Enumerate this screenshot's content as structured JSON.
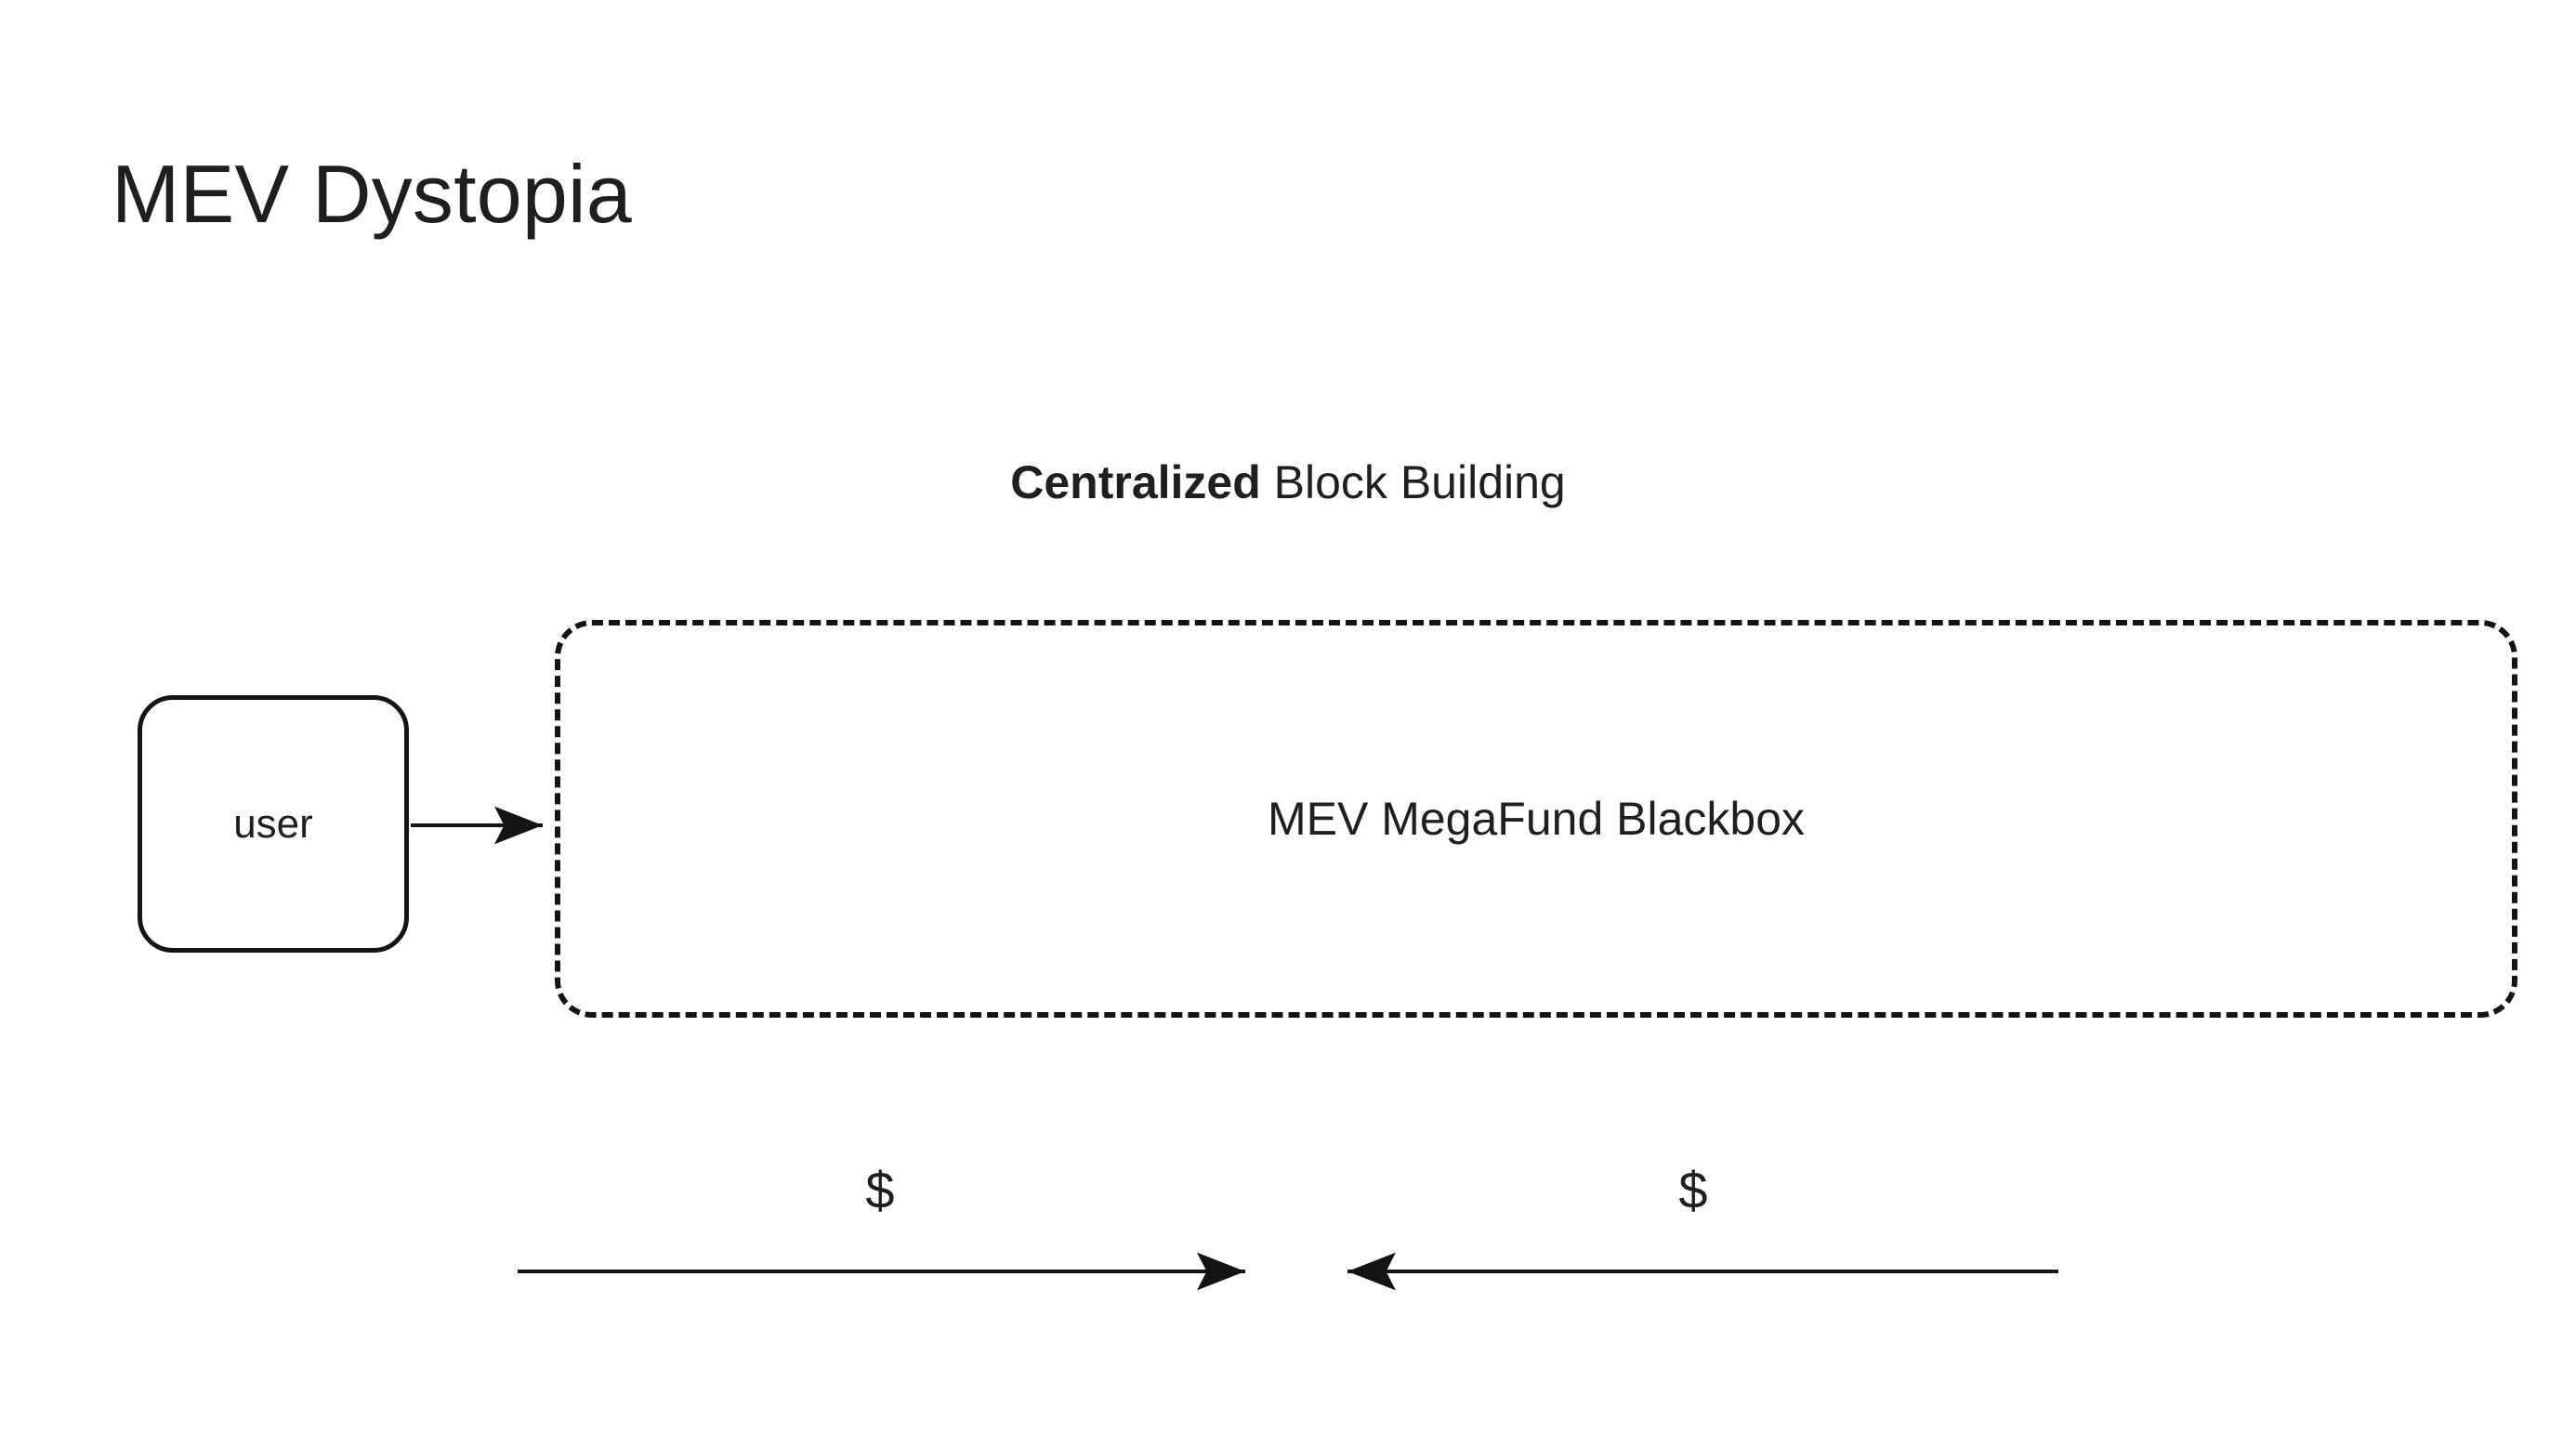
{
  "slide": {
    "title": "MEV Dystopia",
    "background_color": "#ffffff",
    "ink_color": "#1f1f1f"
  },
  "section": {
    "heading_strong": "Centralized",
    "heading_rest": " Block Building"
  },
  "diagram": {
    "user_node": {
      "label": "user",
      "shape": "rounded-rectangle",
      "border_style": "solid",
      "border_color": "#141414",
      "fill": "#ffffff"
    },
    "blackbox_node": {
      "label": "MEV MegaFund Blackbox",
      "shape": "rounded-rectangle",
      "border_style": "dashed",
      "border_color": "#141414",
      "fill": "transparent"
    },
    "edges": [
      {
        "name": "user-to-blackbox",
        "from": "user",
        "to": "MEV MegaFund Blackbox",
        "label": "",
        "direction": "right",
        "style": "solid"
      },
      {
        "name": "money-outflow",
        "label": "$",
        "direction": "right",
        "style": "solid"
      },
      {
        "name": "money-inflow",
        "label": "$",
        "direction": "left",
        "style": "solid"
      }
    ]
  }
}
